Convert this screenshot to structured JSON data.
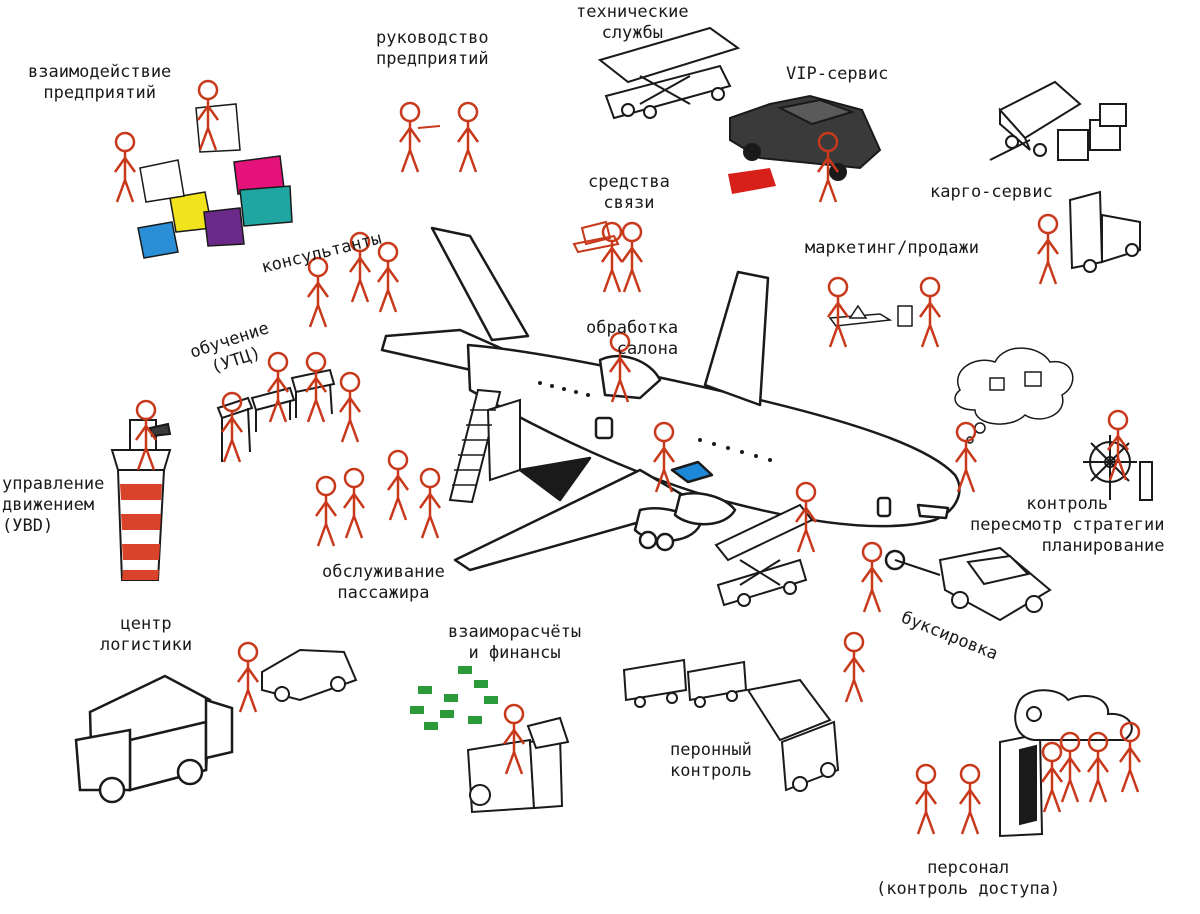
{
  "colors": {
    "figure": "#c8381a",
    "ink": "#1a1a1a",
    "plane_fill": "#ffffff",
    "car_dark": "#3a3a3a",
    "lighthouse_red": "#d8432a",
    "puzzle_pink": "#e4127a",
    "puzzle_yellow": "#f1e41c",
    "puzzle_teal": "#1fa6a0",
    "puzzle_blue": "#2a8fd6",
    "puzzle_purple": "#6b2a8a",
    "money_green": "#2a9a3a",
    "vip_carpet": "#d8201a",
    "cabin_blue": "#1e88d8"
  },
  "labels": {
    "interaction": [
      "взаимодействие",
      "предприятий"
    ],
    "management": [
      "руководство",
      "предприятий"
    ],
    "tech_services": [
      "технические",
      "службы"
    ],
    "vip": "VIP-сервис",
    "cargo": "карго-сервис",
    "comms": [
      "средства",
      "связи"
    ],
    "marketing": "маркетинг/продажи",
    "consultants": "консультанты",
    "training": [
      "обучение",
      "(УТЦ)"
    ],
    "cabin": [
      "обработка",
      "салона"
    ],
    "atc": [
      "управление",
      "движением",
      "(УВD)"
    ],
    "passenger": [
      "обслуживание",
      "пассажира"
    ],
    "control": [
      "контроль",
      "пересмотр стратегии",
      "планирование"
    ],
    "towing": "буксировка",
    "logistics": [
      "центр",
      "логистики"
    ],
    "finance": [
      "взаиморасчёты",
      "и финансы"
    ],
    "platform": [
      "перонный",
      "контроль"
    ],
    "staff": [
      "персонал",
      "(контроль доступа)"
    ]
  },
  "icons": [
    "airplane-icon",
    "puzzle-icon",
    "handshake-icon",
    "maintenance-truck-icon",
    "vip-car-icon",
    "cargo-trailer-icon",
    "forklift-icon",
    "laptop-icon",
    "sales-icon",
    "training-desk-icon",
    "lighthouse-icon",
    "stairs-icon",
    "thought-cloud-icon",
    "helm-icon",
    "tow-tractor-icon",
    "truck-icon",
    "money-icon",
    "cashier-icon",
    "baggage-train-icon",
    "door-icon",
    "catering-truck-icon"
  ]
}
